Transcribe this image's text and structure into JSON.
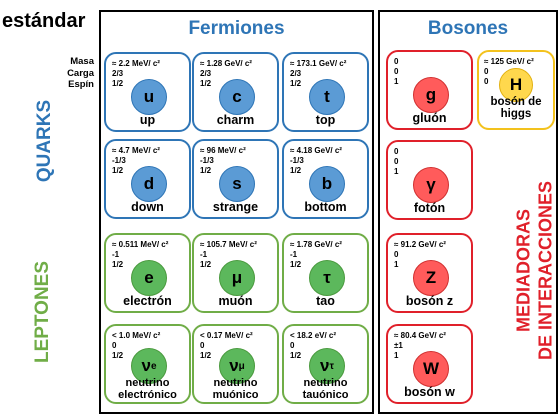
{
  "title": "estándar",
  "legend": {
    "mass": "Masa",
    "charge": "Carga",
    "spin": "Espín"
  },
  "fermions_title": "Fermiones",
  "bosons_title": "Bosones",
  "quarks_label": "QUARKS",
  "leptons_label": "LEPTONES",
  "mediators_line1": "MEDIADORAS",
  "mediators_line2": "DE INTERACCIONES",
  "colors": {
    "quark": "#2e75b6",
    "lepton": "#70ad47",
    "boson": "#e0202a",
    "higgs": "#f3c21d",
    "fermions_title": "#2e75b6",
    "bosons_title": "#2e75b6"
  },
  "particles": {
    "up": {
      "mass": "≈ 2.2 MeV/ c²",
      "charge": "2/3",
      "spin": "1/2",
      "symbol": "u",
      "name": "up"
    },
    "charm": {
      "mass": "≈ 1.28 GeV/ c²",
      "charge": "2/3",
      "spin": "1/2",
      "symbol": "c",
      "name": "charm"
    },
    "top": {
      "mass": "≈ 173.1 GeV/ c²",
      "charge": "2/3",
      "spin": "1/2",
      "symbol": "t",
      "name": "top"
    },
    "down": {
      "mass": "≈ 4.7 MeV/ c²",
      "charge": "-1/3",
      "spin": "1/2",
      "symbol": "d",
      "name": "down"
    },
    "strange": {
      "mass": "≈ 96 MeV/ c²",
      "charge": "-1/3",
      "spin": "1/2",
      "symbol": "s",
      "name": "strange"
    },
    "bottom": {
      "mass": "≈ 4.18 GeV/ c²",
      "charge": "-1/3",
      "spin": "1/2",
      "symbol": "b",
      "name": "bottom"
    },
    "electron": {
      "mass": "≈ 0.511 MeV/ c²",
      "charge": "-1",
      "spin": "1/2",
      "symbol": "e",
      "name": "electrón"
    },
    "muon": {
      "mass": "≈ 105.7 MeV/ c²",
      "charge": "-1",
      "spin": "1/2",
      "symbol": "μ",
      "name": "muón"
    },
    "tau": {
      "mass": "≈ 1.78 GeV/ c²",
      "charge": "-1",
      "spin": "1/2",
      "symbol": "τ",
      "name": "tao"
    },
    "nu_e": {
      "mass": "< 1.0 MeV/ c²",
      "charge": "0",
      "spin": "1/2",
      "symbol": "ν",
      "sub": "e",
      "name1": "neutrino",
      "name2": "electrónico"
    },
    "nu_mu": {
      "mass": "< 0.17 MeV/ c²",
      "charge": "0",
      "spin": "1/2",
      "symbol": "ν",
      "sub": "μ",
      "name1": "neutrino",
      "name2": "muónico"
    },
    "nu_tau": {
      "mass": "< 18.2 eV/ c²",
      "charge": "0",
      "spin": "1/2",
      "symbol": "ν",
      "sub": "τ",
      "name1": "neutrino",
      "name2": "tauónico"
    },
    "gluon": {
      "mass": "0",
      "charge": "0",
      "spin": "1",
      "symbol": "g",
      "name": "gluón"
    },
    "higgs": {
      "mass": "≈ 125 GeV/ c²",
      "charge": "0",
      "spin": "0",
      "symbol": "H",
      "name1": "bosón de",
      "name2": "higgs"
    },
    "photon": {
      "mass": "0",
      "charge": "0",
      "spin": "1",
      "symbol": "γ",
      "name": "fotón"
    },
    "z": {
      "mass": "≈ 91.2 GeV/ c²",
      "charge": "0",
      "spin": "1",
      "symbol": "Z",
      "name": "bosón z"
    },
    "w": {
      "mass": "≈ 80.4 GeV/ c²",
      "charge": "±1",
      "spin": "1",
      "symbol": "W",
      "name": "bosón w"
    }
  }
}
